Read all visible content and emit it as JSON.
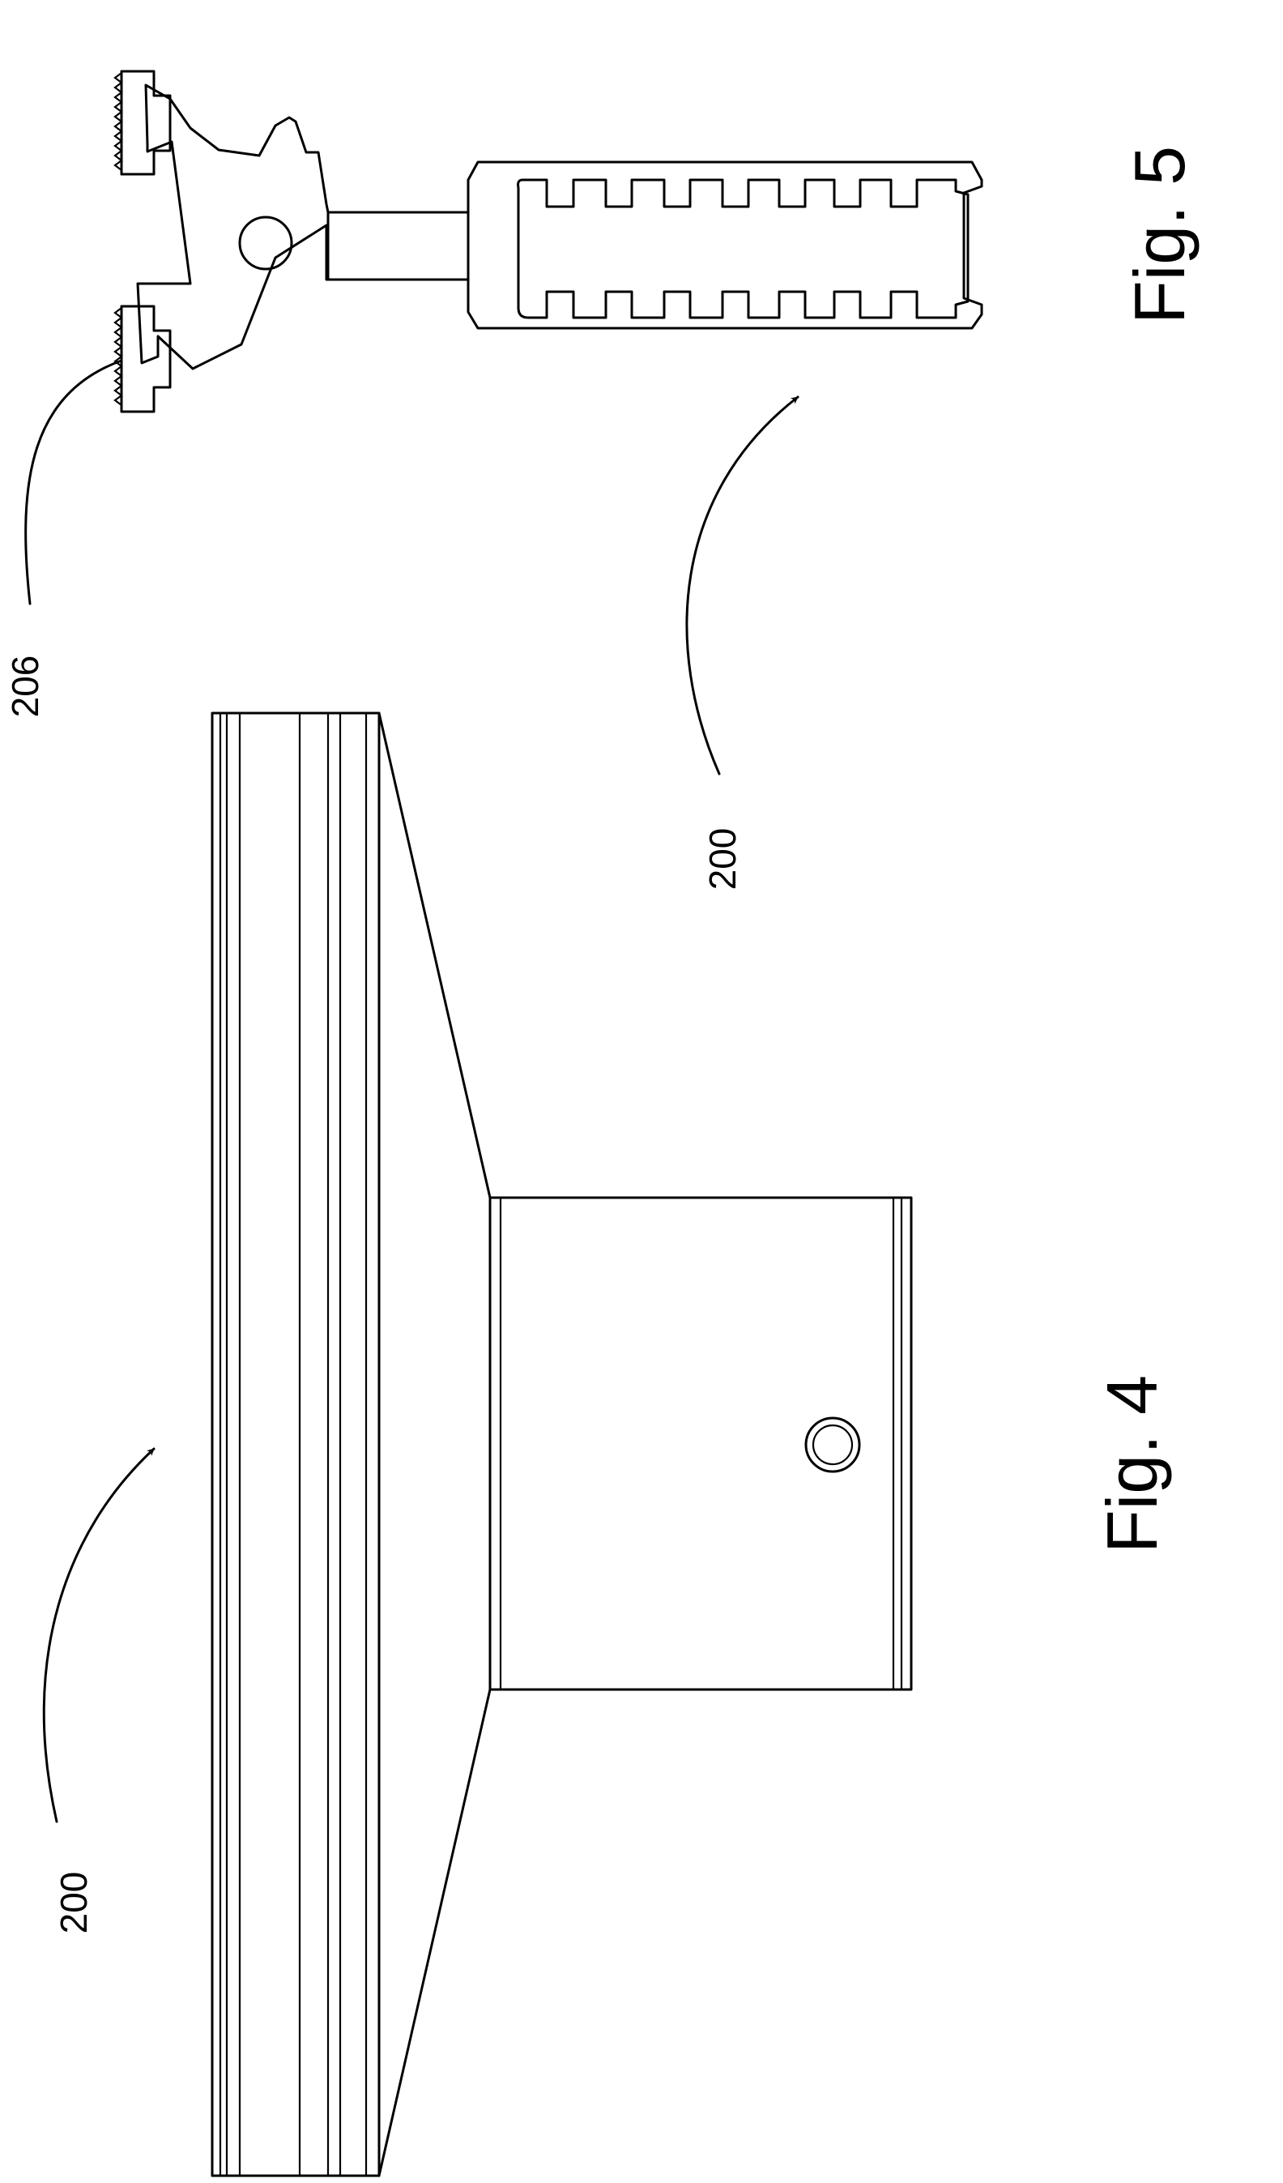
{
  "sheet": {
    "figures": [
      {
        "id": "fig4",
        "caption": "Fig. 4",
        "reference_labels": [
          "200"
        ]
      },
      {
        "id": "fig5",
        "caption": "Fig. 5",
        "reference_labels": [
          "206",
          "200"
        ]
      }
    ],
    "orientation": "rotated 90° counter-clockwise",
    "colors": {
      "ink": "#000000",
      "paper": "#ffffff"
    }
  }
}
